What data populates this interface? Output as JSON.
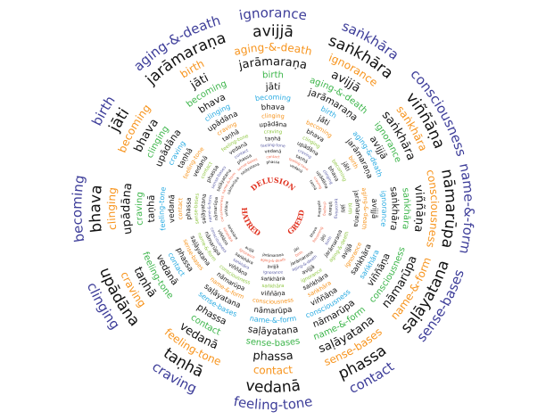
{
  "links": [
    {
      "english": "ignorance",
      "pali": "avijjā"
    },
    {
      "english": "saṅkhāra",
      "pali": "saṅkhāra"
    },
    {
      "english": "consciousness",
      "pali": "viññāṇa"
    },
    {
      "english": "name-&-form",
      "pali": "nāmarūpa"
    },
    {
      "english": "sense-bases",
      "pali": "saḷāyatana"
    },
    {
      "english": "contact",
      "pali": "phassa"
    },
    {
      "english": "feeling-tone",
      "pali": "vedanā"
    },
    {
      "english": "craving",
      "pali": "taṇhā"
    },
    {
      "english": "clinging",
      "pali": "upādāna"
    },
    {
      "english": "becoming",
      "pali": "bhava"
    },
    {
      "english": "birth",
      "pali": "jāti"
    },
    {
      "english": "aging-&-death",
      "pali": "jarāmaraṇa"
    }
  ],
  "center": [
    "DELUSION",
    "GREED",
    "HATRED"
  ],
  "colors": {
    "ring_english": [
      "#3d3d99",
      "#f7941d",
      "#3cb54a",
      "#29abe2",
      "#f7941d",
      "#8dc63f",
      "#5b5ea6",
      "#f26c4f"
    ],
    "pali": "#111111",
    "center": "#e0301e"
  }
}
